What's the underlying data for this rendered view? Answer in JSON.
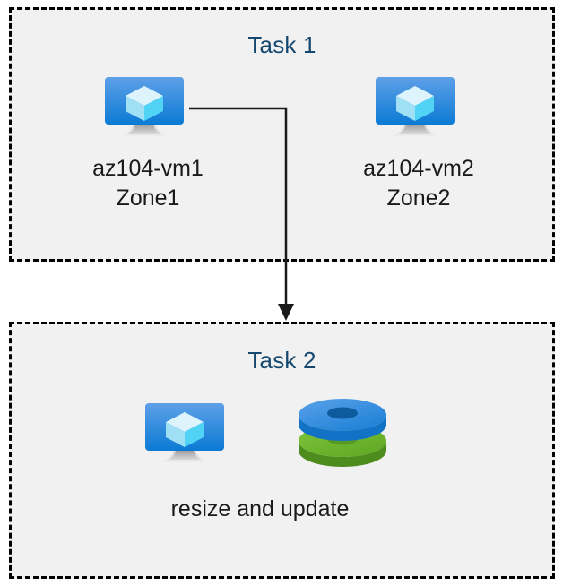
{
  "diagram": {
    "title_color": "#15486f",
    "box_fill": "#f1f1f1",
    "box_border_color": "#000000",
    "label_color": "#1a1a1a",
    "connector_color": "#1a1a1a",
    "accent_blue": "#1b81e0",
    "accent_green": "#67b32e"
  },
  "task1": {
    "title": "Task 1",
    "nodes": [
      {
        "icon": "azure-virtual-machine-icon",
        "label": "az104-vm1\nZone1"
      },
      {
        "icon": "azure-virtual-machine-icon",
        "label": "az104-vm2\nZone2"
      }
    ]
  },
  "task2": {
    "title": "Task 2",
    "icons": [
      "azure-virtual-machine-icon",
      "azure-managed-disks-icon"
    ],
    "caption": "resize and update"
  },
  "connector": {
    "from": "az104-vm1",
    "to": "task2-box",
    "arrow": "down-arrow"
  }
}
